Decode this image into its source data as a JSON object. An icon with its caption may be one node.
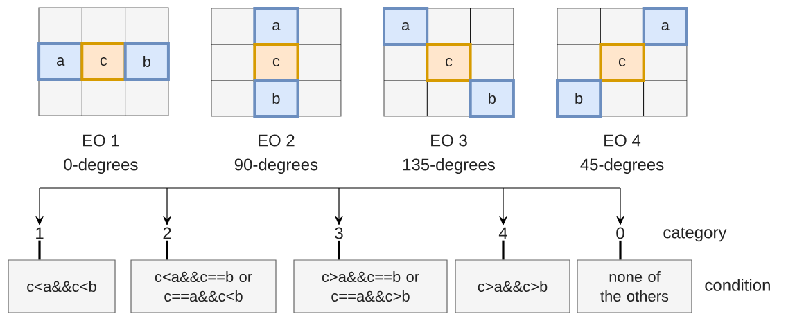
{
  "diagram": {
    "nodes": [
      {
        "text": [
          "a"
        ]
      },
      {
        "text": [
          "c"
        ]
      },
      {
        "text": [
          "b"
        ]
      },
      {
        "text": [
          "a"
        ]
      },
      {
        "text": [
          "c"
        ]
      },
      {
        "text": [
          "b"
        ]
      },
      {
        "text": [
          "a"
        ]
      },
      {
        "text": [
          "c"
        ]
      },
      {
        "text": [
          "b"
        ]
      },
      {
        "text": [
          "a"
        ]
      },
      {
        "text": [
          "c"
        ]
      },
      {
        "text": [
          "b"
        ]
      },
      {
        "text": [
          "1"
        ]
      },
      {
        "text": [
          "2"
        ]
      },
      {
        "text": [
          "3"
        ]
      },
      {
        "text": [
          "4"
        ]
      },
      {
        "text": [
          "0"
        ]
      },
      {
        "text": [
          "c<a&&c<b"
        ]
      },
      {
        "text": [
          "c<a&&c==b or c==a&&c<b"
        ]
      },
      {
        "text": [
          "c>a&&c==b or c==a&&c>b"
        ]
      },
      {
        "text": [
          "c>a&&c>b"
        ]
      },
      {
        "text": [
          "none of the others"
        ]
      }
    ],
    "edges": [
      {
        "from": null,
        "to": 12,
        "arrow": "to"
      },
      {
        "from": null,
        "to": 13,
        "arrow": "to"
      },
      {
        "from": null,
        "to": 14,
        "arrow": "to"
      },
      {
        "from": null,
        "to": 15,
        "arrow": "to"
      },
      {
        "from": null,
        "to": 16,
        "arrow": "to"
      },
      {
        "from": 12,
        "to": 17,
        "arrow": "none",
        "style": "thick"
      },
      {
        "from": 13,
        "to": 18,
        "arrow": "none",
        "style": "thick"
      },
      {
        "from": 14,
        "to": 19,
        "arrow": "none",
        "style": "thick"
      },
      {
        "from": 15,
        "to": 20,
        "arrow": "none",
        "style": "thick"
      },
      {
        "from": 16,
        "to": 21,
        "arrow": "none",
        "style": "thick"
      }
    ],
    "labels": [
      "EO 1",
      "0-degrees",
      "EO 2",
      "90-degrees",
      "EO 3",
      "135-degrees",
      "EO 4",
      "45-degrees",
      "category",
      "condition"
    ]
  }
}
